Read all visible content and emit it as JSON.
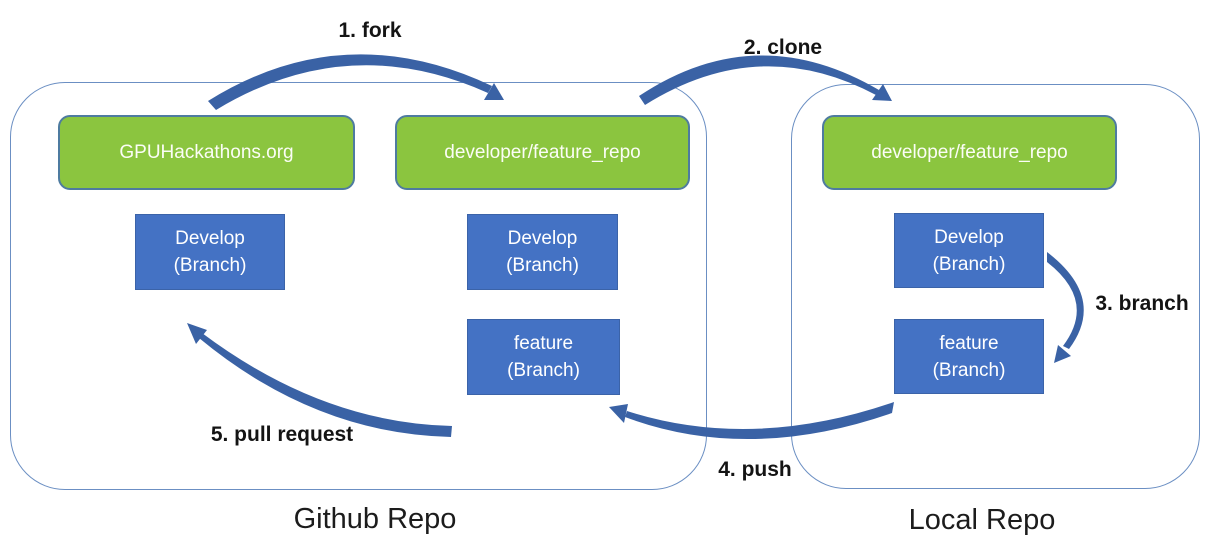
{
  "colors": {
    "repo_green": "#8bc53f",
    "repo_green_border": "#4e7ba0",
    "branch_blue": "#4472c4",
    "branch_blue_border": "#3b63a8",
    "arrow_blue": "#3a62a5",
    "container_border": "#6b8fc3",
    "label_black": "#141414"
  },
  "github_repo": {
    "label": "Github Repo",
    "origin_box": "GPUHackathons.org",
    "fork_box": "developer/feature_repo",
    "origin_develop_branch": {
      "line1": "Develop",
      "line2": "(Branch)"
    },
    "fork_develop_branch": {
      "line1": "Develop",
      "line2": "(Branch)"
    },
    "fork_feature_branch": {
      "line1": "feature",
      "line2": "(Branch)"
    }
  },
  "local_repo": {
    "label": "Local Repo",
    "clone_box": "developer/feature_repo",
    "develop_branch": {
      "line1": "Develop",
      "line2": "(Branch)"
    },
    "feature_branch": {
      "line1": "feature",
      "line2": "(Branch)"
    }
  },
  "steps": {
    "fork": "1. fork",
    "clone": "2. clone",
    "branch": "3. branch",
    "push": "4. push",
    "pull_request": "5. pull request"
  }
}
